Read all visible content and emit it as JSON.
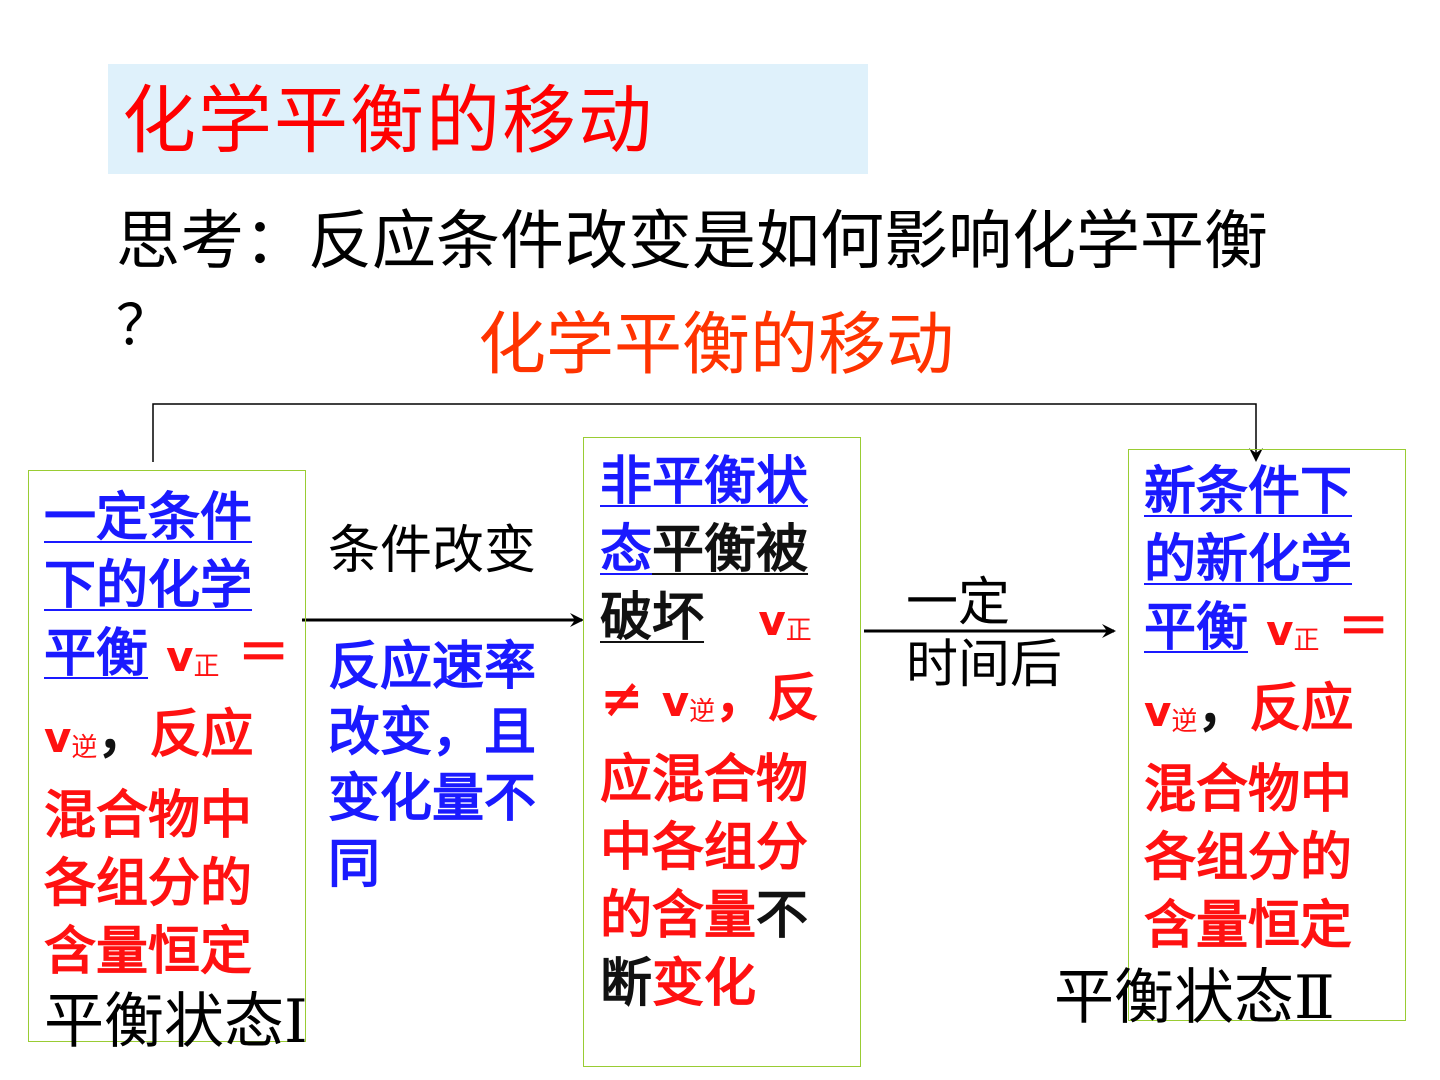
{
  "title": "化学平衡的移动",
  "question": {
    "line1": "思考：反应条件改变是如何影响化学平衡",
    "line2": "？"
  },
  "subtitle": "化学平衡的移动",
  "arrows": {
    "condition_change": "条件改变",
    "rate_change": "反应速率改变，且变化量不同",
    "after_time_line1": "一定",
    "after_time_line2": "时间后"
  },
  "box_left": {
    "underlined": "一定条件下的化学平衡",
    "v1": "v",
    "sub1": "正",
    "eq": "＝",
    "v2": "v",
    "sub2": "逆",
    "comma": "，",
    "desc": "反应混合物中各组分的含量恒定"
  },
  "box_mid": {
    "underlined_blue": "非平衡状态",
    "underlined_black": "平衡被破坏",
    "v1": "v",
    "sub1": "正",
    "neq": "≠",
    "v2": "v",
    "sub2": "逆",
    "desc_red": "，反应混合物中各组分的含量",
    "desc_black": "不断",
    "desc_red2": "变化"
  },
  "box_right": {
    "underlined": "新条件下的新化学平衡",
    "v1": "v",
    "sub1": "正",
    "eq": "＝",
    "v2": "v",
    "sub2": "逆",
    "comma": "，",
    "desc": "反应混合物中各组分的含量恒定"
  },
  "state_labels": {
    "state1": "平衡状态Ⅰ",
    "state2": "平衡状态Ⅱ"
  },
  "colors": {
    "title_red": "#ff0000",
    "subtitle_red": "#ff3300",
    "blue": "#1a1aff",
    "red": "#ff1111",
    "box_border": "#99cc33",
    "banner_bg": "#dff1fb"
  }
}
